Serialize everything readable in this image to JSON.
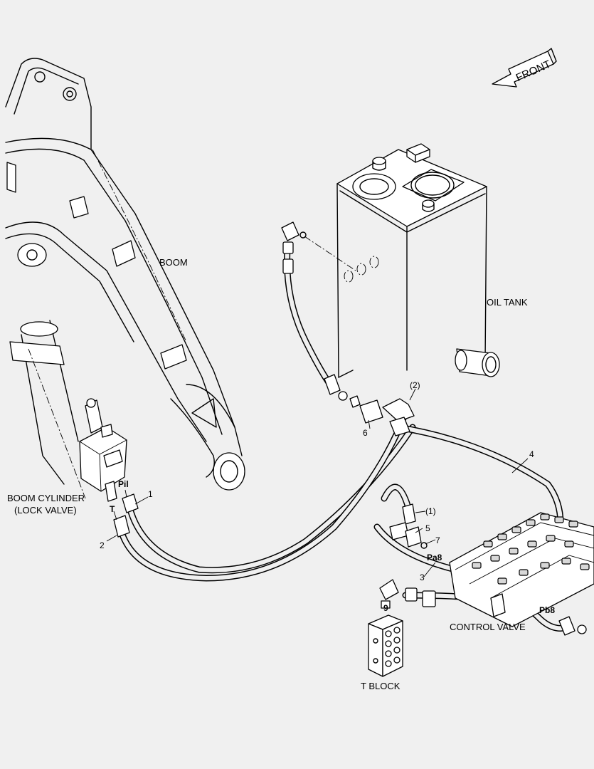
{
  "labels": {
    "front": "FRONT",
    "boom": "BOOM",
    "oil_tank": "OIL TANK",
    "boom_cylinder_line1": "BOOM CYLINDER",
    "boom_cylinder_line2": "(LOCK VALVE)",
    "control_valve": "CONTROL VALVE",
    "t_block": "T BLOCK"
  },
  "ports": {
    "pil": "Pil",
    "t": "T",
    "pa8": "Pa8",
    "pb8": "Pb8"
  },
  "callouts": {
    "c1": "1",
    "c2": "2",
    "c3": "3",
    "c4": "4",
    "c5": "5",
    "c6": "6",
    "c7": "7",
    "c9": "9",
    "p1": "(1)",
    "p2": "(2)"
  }
}
